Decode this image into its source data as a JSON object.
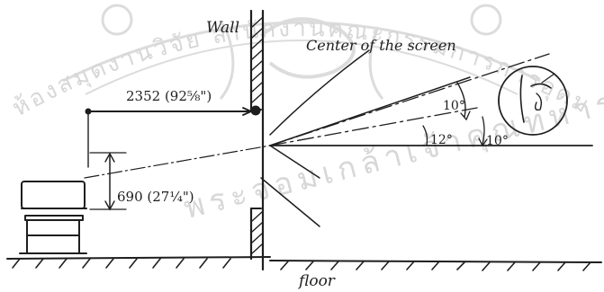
{
  "labels": {
    "wall": "Wall",
    "center": "Center of the screen",
    "floor": "floor",
    "horizontal_distance": "2352 (92⅝\")",
    "eye_height": "690 (27¼\")",
    "angle_upper": "10°",
    "angle_middle": "12°",
    "angle_lower": "10°"
  },
  "watermark": {
    "arc_text": "ห้องสมุดงานวิจัย สำนักงานคณะกรรมการการอุดมศึกษา",
    "bottom_text": "พระจอมเกล้าเจ้าคุณทหาร",
    "color": "#d7d7d7"
  },
  "colors": {
    "ink": "#1e1e1e",
    "paper": "#ffffff"
  }
}
